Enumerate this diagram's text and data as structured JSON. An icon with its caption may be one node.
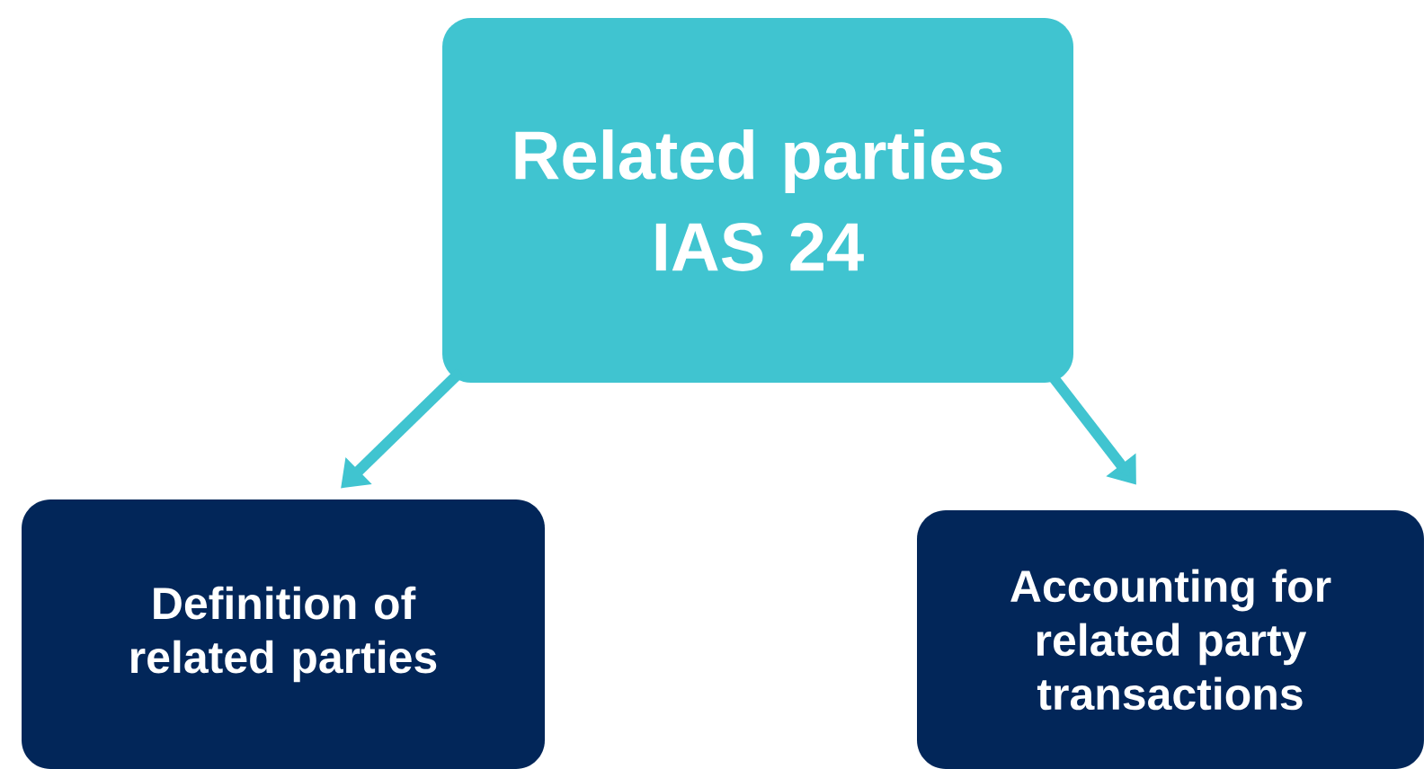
{
  "diagram": {
    "nodes": [
      {
        "text": [
          "Related parties",
          "IAS 24"
        ]
      },
      {
        "text": [
          "Definition of related parties"
        ]
      },
      {
        "text": [
          "Accounting for related party transactions"
        ]
      }
    ],
    "edges": [
      {
        "from": 0,
        "to": 1,
        "arrow": "to"
      },
      {
        "from": 0,
        "to": 2,
        "arrow": "to"
      }
    ]
  }
}
